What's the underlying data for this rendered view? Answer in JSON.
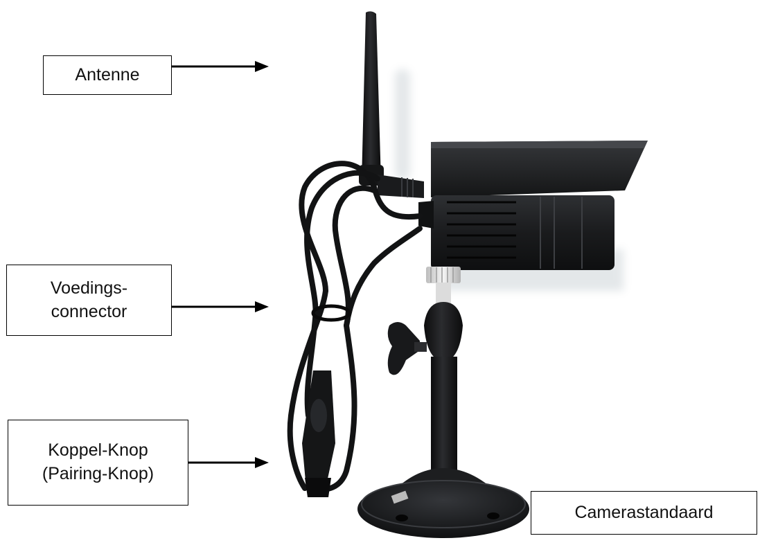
{
  "labels": {
    "antenna": "Antenne",
    "power_line1": "Voedings-",
    "power_line2": "connector",
    "pairing_line1": "Koppel-Knop",
    "pairing_line2": "(Pairing-Knop)",
    "stand": "Camerastandaard"
  },
  "colors": {
    "camera_body": "#1c1d1f",
    "camera_highlight": "#3a3c40",
    "stand_collar": "#e6e6e6",
    "line": "#000000"
  }
}
